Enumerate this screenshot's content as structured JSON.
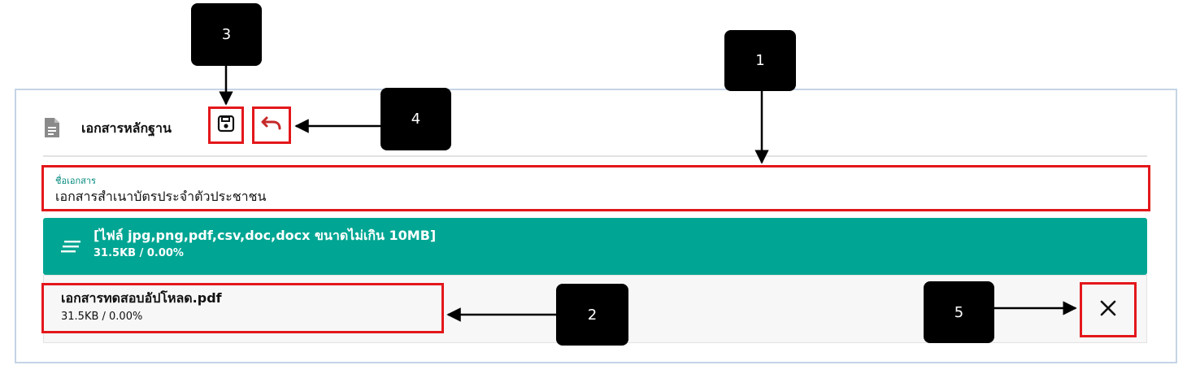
{
  "section": {
    "title": "เอกสารหลักฐาน",
    "icons": {
      "document": "document-icon",
      "save": "floppy-disk-icon",
      "undo": "undo-arrow-icon"
    }
  },
  "document_name": {
    "label": "ชื่อเอกสาร",
    "value": "เอกสารสำเนาบัตรประจำตัวประชาชน"
  },
  "upload": {
    "hint": "[ไฟล์ jpg,png,pdf,csv,doc,docx ขนาดไม่เกิน 10MB]",
    "size_progress": "31.5KB / 0.00%",
    "icon": "menu-lines-icon"
  },
  "file": {
    "name": "เอกสารทดสอบอัปโหลด.pdf",
    "size_progress": "31.5KB / 0.00%",
    "remove_icon": "close-x-icon"
  },
  "callouts": [
    "1",
    "2",
    "3",
    "4",
    "5"
  ],
  "colors": {
    "accent_teal": "#00a693",
    "label_teal": "#00897b",
    "highlight_red": "#e3171b",
    "undo_red": "#c62828",
    "panel_border": "#c5d4e6"
  }
}
